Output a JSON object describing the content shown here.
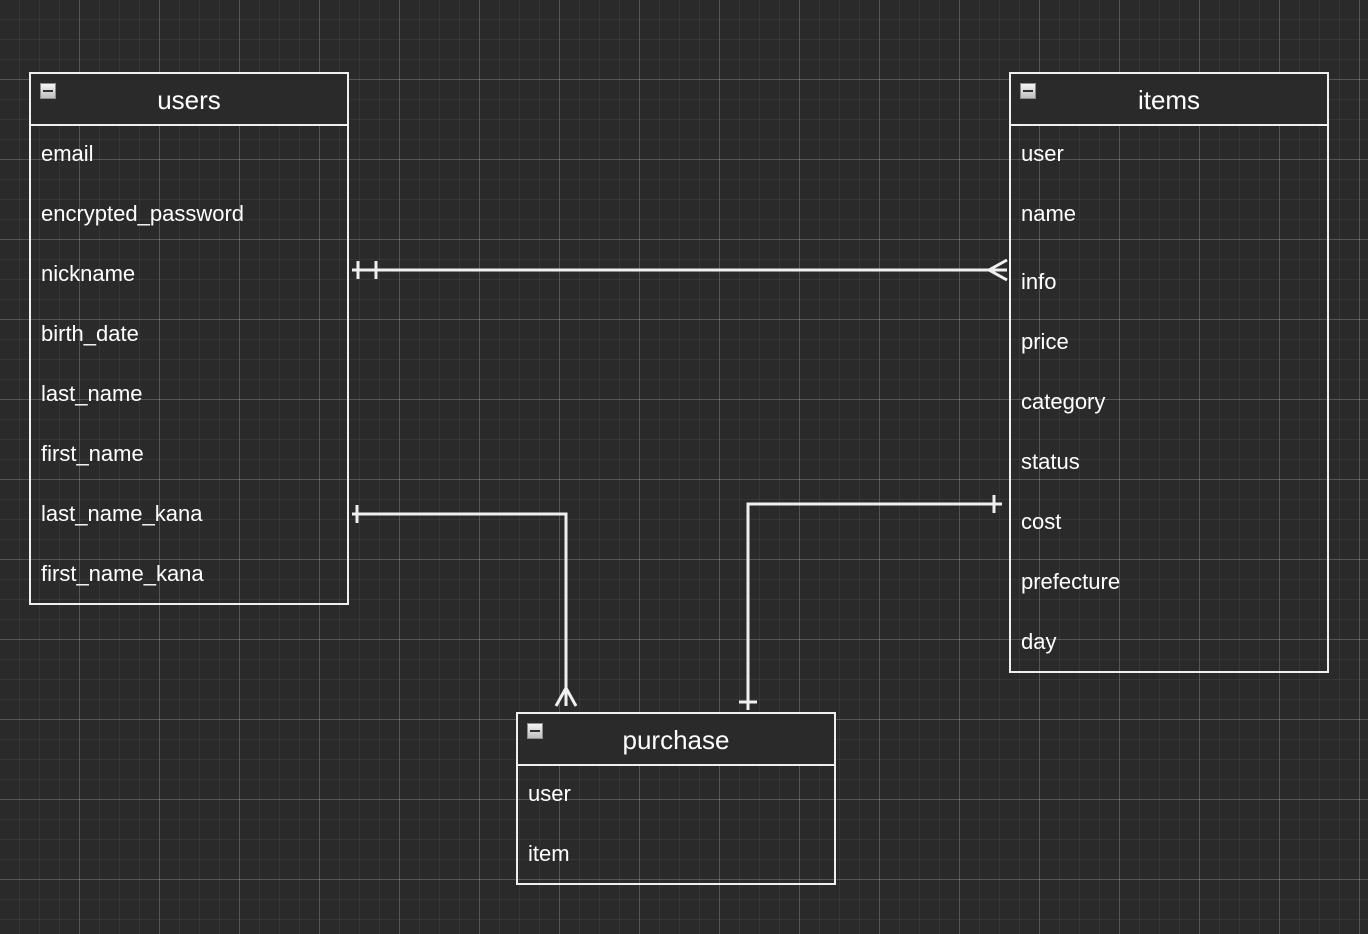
{
  "entities": {
    "users": {
      "title": "users",
      "attributes": [
        "email",
        "encrypted_password",
        "nickname",
        "birth_date",
        "last_name",
        "first_name",
        "last_name_kana",
        "first_name_kana"
      ]
    },
    "items": {
      "title": "items",
      "attributes": [
        "user",
        "name",
        "info",
        "price",
        "category",
        "status",
        "cost",
        "prefecture",
        "day"
      ]
    },
    "purchase": {
      "title": "purchase",
      "attributes": [
        "user",
        "item"
      ]
    }
  },
  "relationships": [
    {
      "from": "users",
      "from_cardinality": "one-and-only-one",
      "to": "items",
      "to_cardinality": "many"
    },
    {
      "from": "users",
      "from_cardinality": "one",
      "to": "purchase",
      "to_cardinality": "many"
    },
    {
      "from": "items",
      "from_cardinality": "one",
      "to": "purchase",
      "to_cardinality": "one"
    }
  ],
  "colors": {
    "background": "#2a2a2a",
    "stroke": "#f0f0f0",
    "text": "#ffffff"
  }
}
